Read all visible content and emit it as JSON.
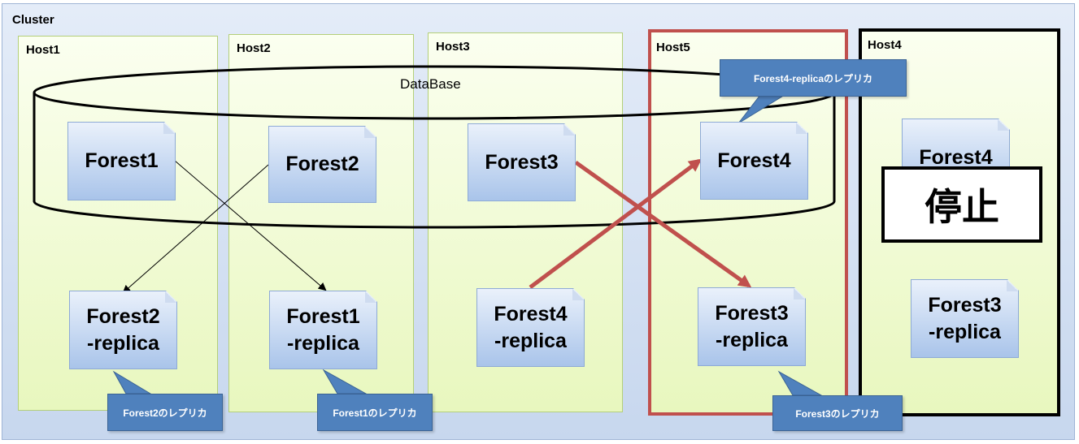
{
  "cluster": {
    "label": "Cluster"
  },
  "hosts": [
    {
      "label": "Host1"
    },
    {
      "label": "Host2"
    },
    {
      "label": "Host3"
    },
    {
      "label": "Host5"
    },
    {
      "label": "Host4"
    }
  ],
  "database": {
    "label": "DataBase"
  },
  "forests": {
    "f1": "Forest1",
    "f2": "Forest2",
    "f3": "Forest3",
    "f4": "Forest4",
    "f4_down": "Forest4"
  },
  "replicas": {
    "r2_host1": "Forest2\n-replica",
    "r1_host2": "Forest1\n-replica",
    "r4_host3": "Forest4\n-replica",
    "r3_host5": "Forest3\n-replica",
    "r3_host4": "Forest3\n-replica"
  },
  "callouts": {
    "c_forest2": "Forest2のレプリカ",
    "c_forest1": "Forest1のレプリカ",
    "c_forest3": "Forest3のレプリカ",
    "c_forest4": "Forest4-replicaのレプリカ"
  },
  "stop": {
    "label": "停止"
  },
  "colors": {
    "failover_arrow": "#c0504d",
    "callout_fill": "#4f81bd",
    "host5_border": "#c0504d"
  }
}
